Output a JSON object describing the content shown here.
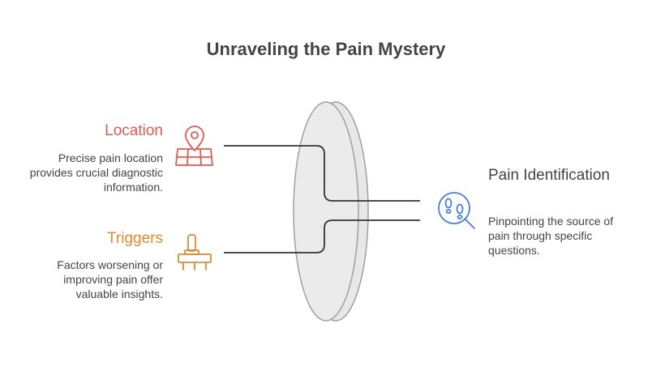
{
  "title": "Unraveling the Pain Mystery",
  "colors": {
    "location": "#e05a4e",
    "triggers": "#e08a2e",
    "pain": "#4a7fd6",
    "disc_fill": "#e8e8e8",
    "disc_stroke": "#a0a0a0",
    "line": "#333333"
  },
  "inputs": [
    {
      "title": "Location",
      "description": "Precise pain location provides crucial diagnostic information.",
      "icon": "map-pin-grid-icon"
    },
    {
      "title": "Triggers",
      "description": "Factors worsening or improving pain offer valuable insights.",
      "icon": "lever-switch-icon"
    }
  ],
  "output": {
    "title": "Pain Identification",
    "description": "Pinpointing the source of pain through specific questions.",
    "icon": "footprints-magnifier-icon"
  }
}
